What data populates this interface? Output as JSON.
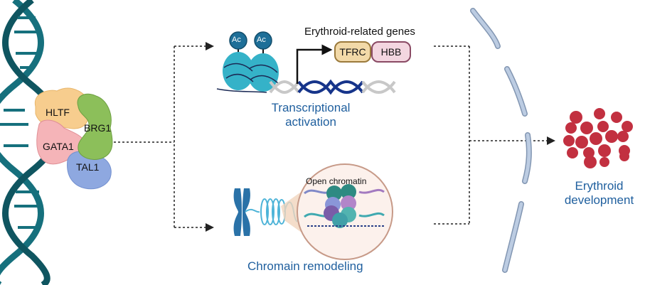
{
  "complex": {
    "proteins": [
      {
        "name": "HLTF",
        "color": "#f7cd8e"
      },
      {
        "name": "BRG1",
        "color": "#8cbf5a"
      },
      {
        "name": "GATA1",
        "color": "#f5b4b8"
      },
      {
        "name": "TAL1",
        "color": "#8ea8e0"
      }
    ]
  },
  "top": {
    "genes_title": "Erythroid-related genes",
    "genes": [
      {
        "name": "TFRC",
        "fill": "#f2d9a8",
        "stroke": "#9b7a3c"
      },
      {
        "name": "HBB",
        "fill": "#f3d6e0",
        "stroke": "#8a4a64"
      }
    ],
    "acetyl_label": "Ac",
    "caption_line1": "Transcriptional",
    "caption_line2": "activation"
  },
  "bottom": {
    "inset_label": "Open chromatin",
    "caption": "Chromain remodeling"
  },
  "outcome": {
    "caption_line1": "Erythroid",
    "caption_line2": "development"
  },
  "colors": {
    "dna": "#16707d",
    "text_blue": "#1f5f9e",
    "membrane": "#b8c8de",
    "rbc": "#c23040"
  }
}
